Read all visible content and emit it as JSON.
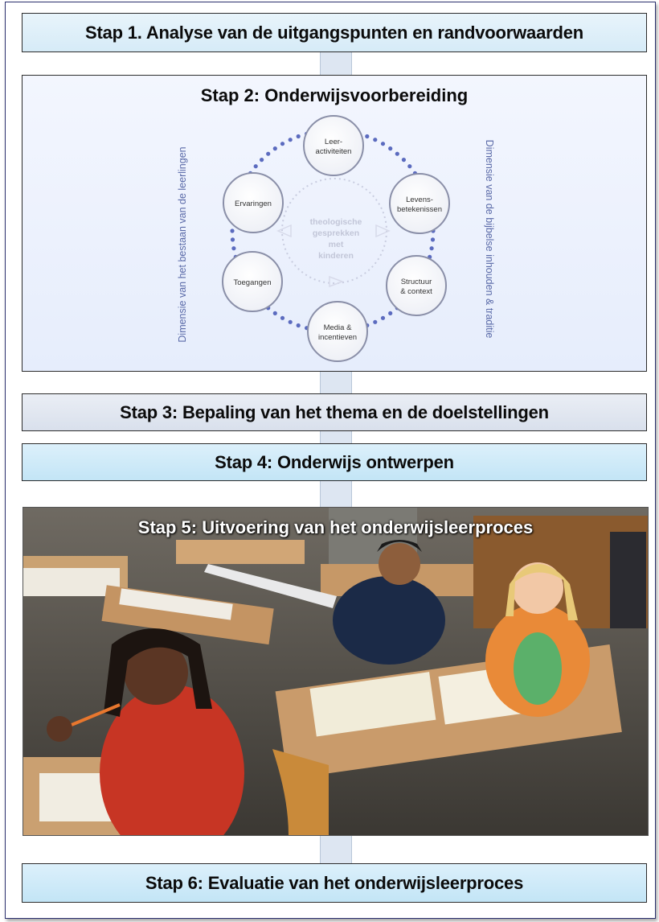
{
  "steps": {
    "step1": "Stap 1. Analyse van de uitgangspunten en randvoorwaarden",
    "step2": "Stap 2: Onderwijsvoorbereiding",
    "step3": "Stap 3: Bepaling van het thema en de doelstellingen",
    "step4": "Stap 4: Onderwijs ontwerpen",
    "step5": "Stap 5: Uitvoering van het onderwijsleerproces",
    "step6": "Stap 6: Evaluatie van het onderwijsleerproces"
  },
  "cycle": {
    "center_line1": "theologische",
    "center_line2": "gesprekken",
    "center_line3": "met",
    "center_line4": "kinderen",
    "nodes": [
      {
        "line1": "Leer-",
        "line2": "activiteiten"
      },
      {
        "line1": "Levens-",
        "line2": "betekenissen"
      },
      {
        "line1": "Structuur",
        "line2": "& context"
      },
      {
        "line1": "Media &",
        "line2": "incentieven"
      },
      {
        "line1": "Toegangen",
        "line2": ""
      },
      {
        "line1": "Ervaringen",
        "line2": ""
      }
    ],
    "dimension_left": "Dimensie van het bestaan van de leerlingen",
    "dimension_right": "Dimensie van de bijbelse inhouden & traditie"
  },
  "colors": {
    "frame": "#2a2f6e",
    "connector": "#dde6f2",
    "dots": "#5b6bbf",
    "node_border": "#8a8fa8"
  }
}
